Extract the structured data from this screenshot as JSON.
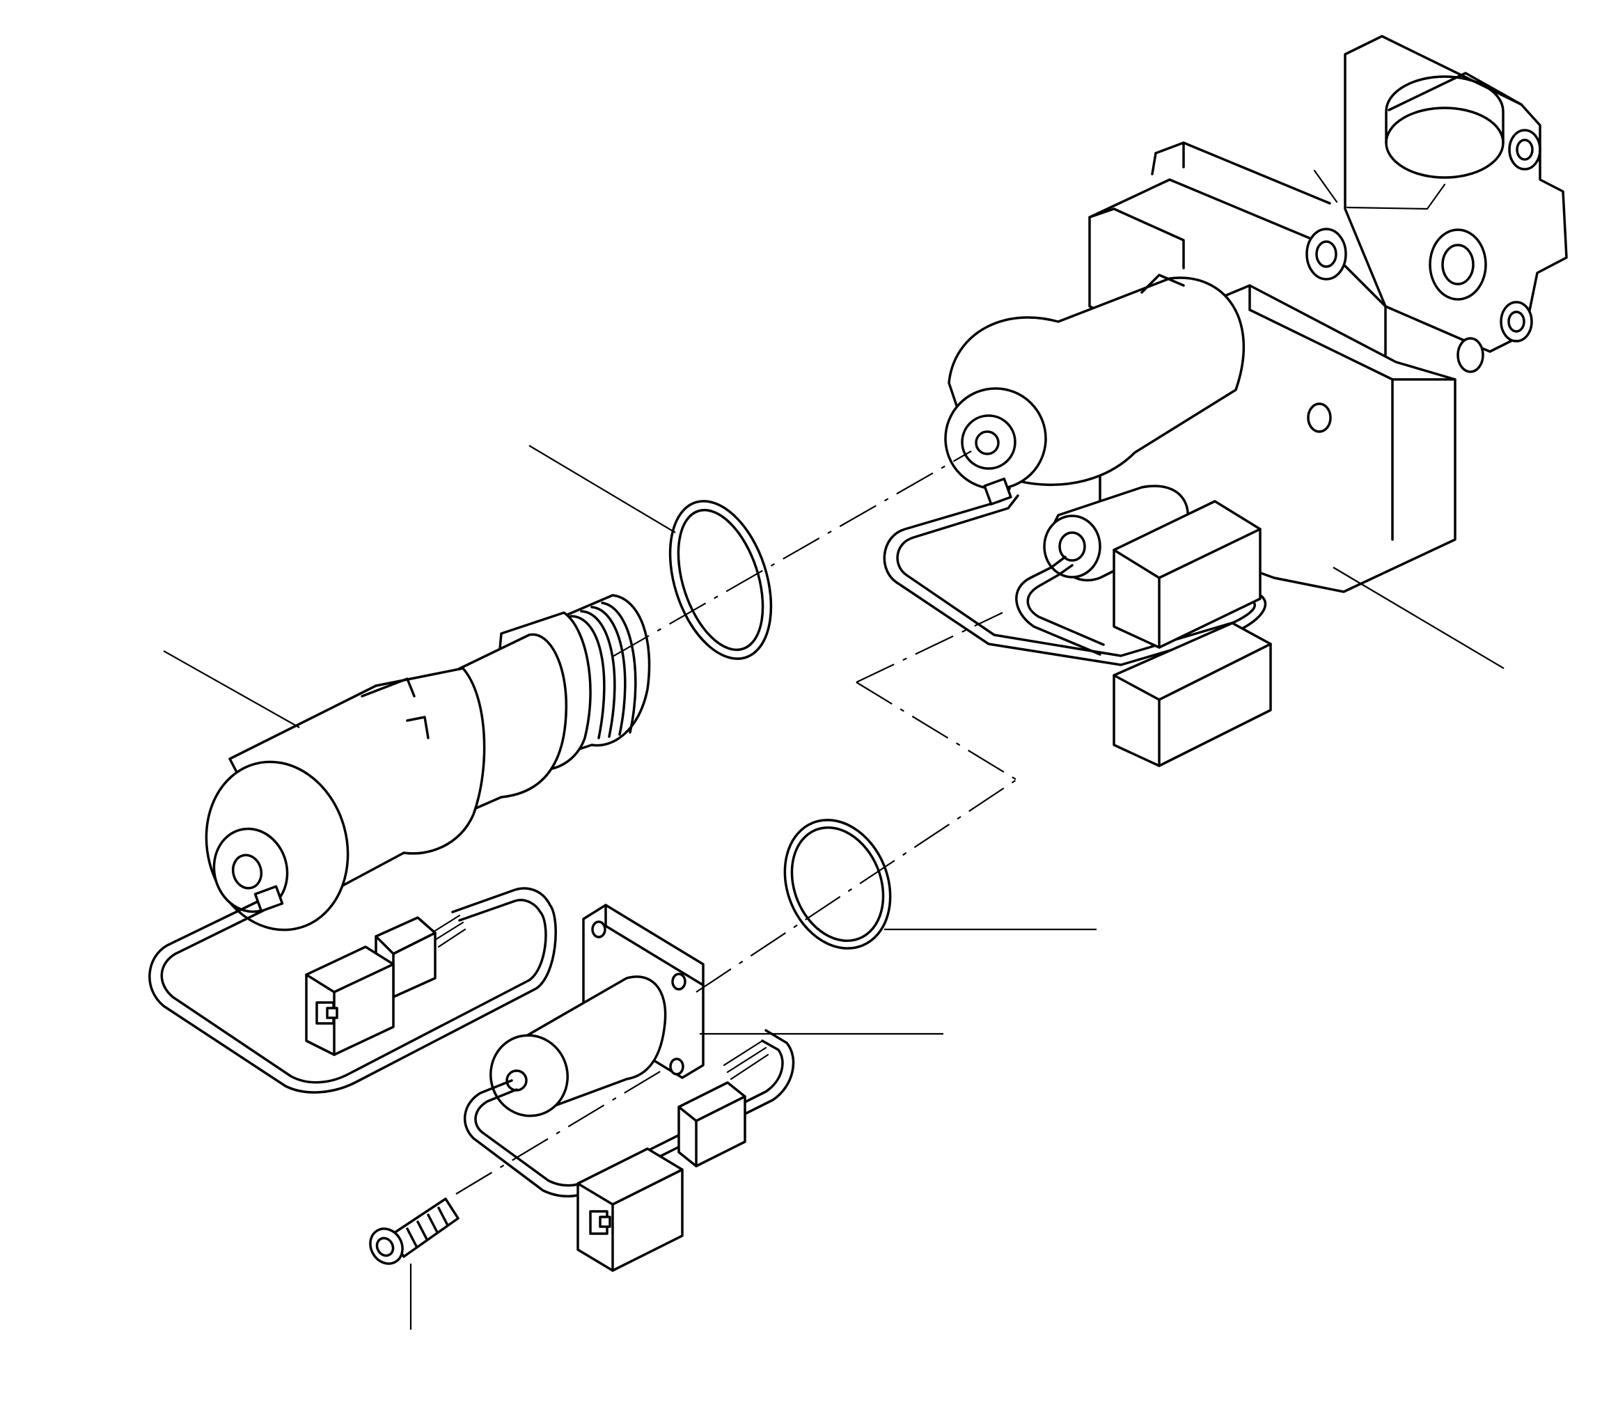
{
  "colors": {
    "line": "#000000",
    "background": "#ffffff"
  },
  "parts": [
    {
      "id": "valve-assembly"
    },
    {
      "id": "o-ring-upper"
    },
    {
      "id": "solenoid-large"
    },
    {
      "id": "o-ring-lower"
    },
    {
      "id": "solenoid-small"
    },
    {
      "id": "bolt"
    }
  ]
}
